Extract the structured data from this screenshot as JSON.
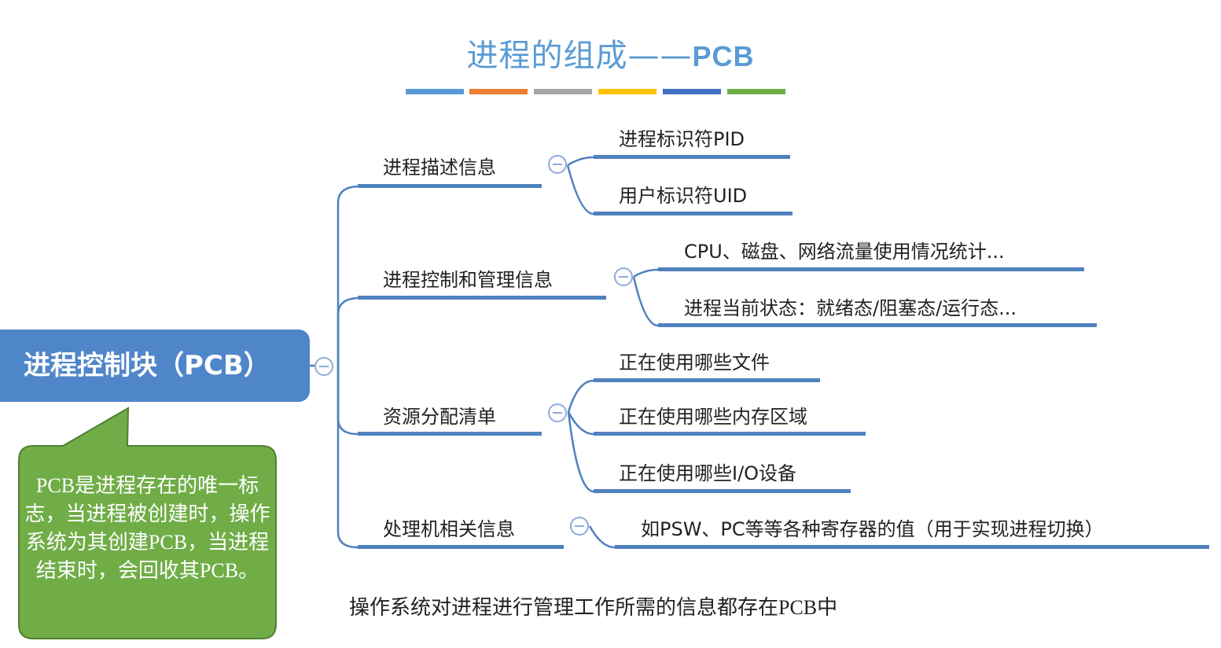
{
  "title": {
    "main": "进程的组成——",
    "suffix": "PCB"
  },
  "color_bars": [
    "#5b9bd5",
    "#ed7d31",
    "#a5a5a5",
    "#ffc000",
    "#4472c4",
    "#70ad47"
  ],
  "root": {
    "label": "进程控制块（PCB）"
  },
  "branches": [
    {
      "label": "进程描述信息",
      "children": [
        "进程标识符PID",
        "用户标识符UID"
      ]
    },
    {
      "label": "进程控制和管理信息",
      "children": [
        "CPU、磁盘、网络流量使用情况统计...",
        "进程当前状态：就绪态/阻塞态/运行态..."
      ]
    },
    {
      "label": "资源分配清单",
      "children": [
        "正在使用哪些文件",
        "正在使用哪些内存区域",
        "正在使用哪些I/O设备"
      ]
    },
    {
      "label": "处理机相关信息",
      "children": [
        "如PSW、PC等等各种寄存器的值（用于实现进程切换）"
      ]
    }
  ],
  "callout": {
    "text": "PCB是进程存在的唯一标志，当进程被创建时，操作系统为其创建PCB，当进程结束时，会回收其PCB。"
  },
  "footnote": "操作系统对进程进行管理工作所需的信息都存在PCB中",
  "colors": {
    "node_blue": "#4f86c9",
    "line_blue": "#4f81bd",
    "callout_green": "#70ad47",
    "callout_border": "#507e32"
  }
}
